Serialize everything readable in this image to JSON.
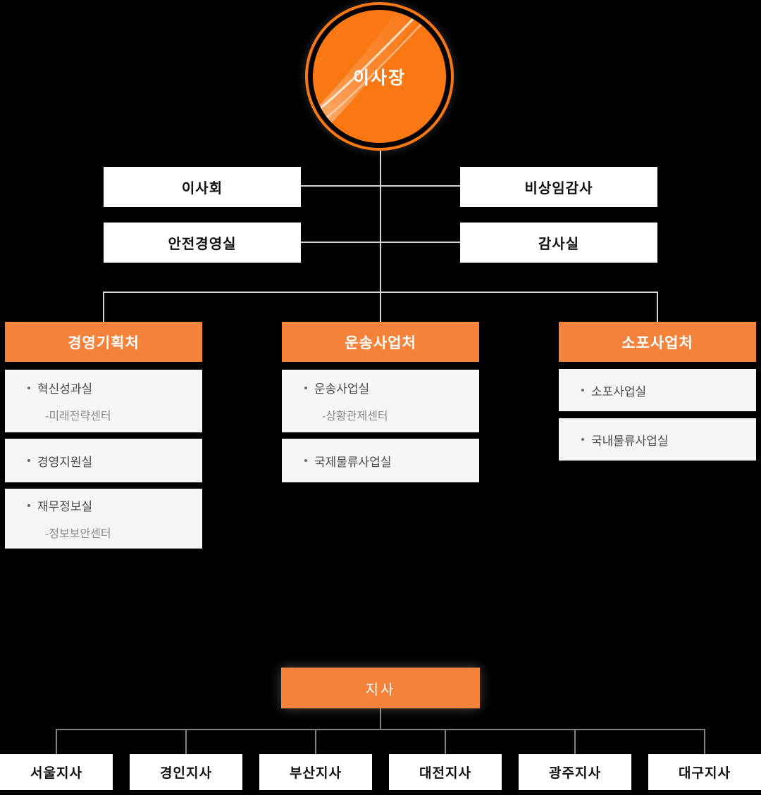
{
  "colors": {
    "background": "#000000",
    "accent": "#F5823B",
    "accent_bright": "#F97814",
    "panel": "#F5F5F5",
    "line_light": "#D6D6D6",
    "line_dark": "#828282",
    "text_dark": "#111111",
    "text_item": "#4C4C4C",
    "text_subitem": "#8C8C8C"
  },
  "root": {
    "label": "이사장"
  },
  "staff": [
    {
      "label": "이사회"
    },
    {
      "label": "비상임감사"
    },
    {
      "label": "안전경영실"
    },
    {
      "label": "감사실"
    }
  ],
  "divisions": [
    {
      "title": "경영기획처",
      "items": [
        {
          "label": "혁신성과실",
          "sub": "-미래전략센터"
        },
        {
          "label": "경영지원실"
        },
        {
          "label": "재무정보실",
          "sub": "-정보보안센터"
        }
      ]
    },
    {
      "title": "운송사업처",
      "items": [
        {
          "label": "운송사업실",
          "sub": "-상황관제센터"
        },
        {
          "label": "국제물류사업실"
        }
      ]
    },
    {
      "title": "소포사업처",
      "items": [
        {
          "label": "소포사업실"
        },
        {
          "label": "국내물류사업실"
        }
      ]
    }
  ],
  "branch_hub": {
    "label": "지사"
  },
  "branches": [
    {
      "label": "서울지사"
    },
    {
      "label": "경인지사"
    },
    {
      "label": "부산지사"
    },
    {
      "label": "대전지사"
    },
    {
      "label": "광주지사"
    },
    {
      "label": "대구지사"
    }
  ]
}
